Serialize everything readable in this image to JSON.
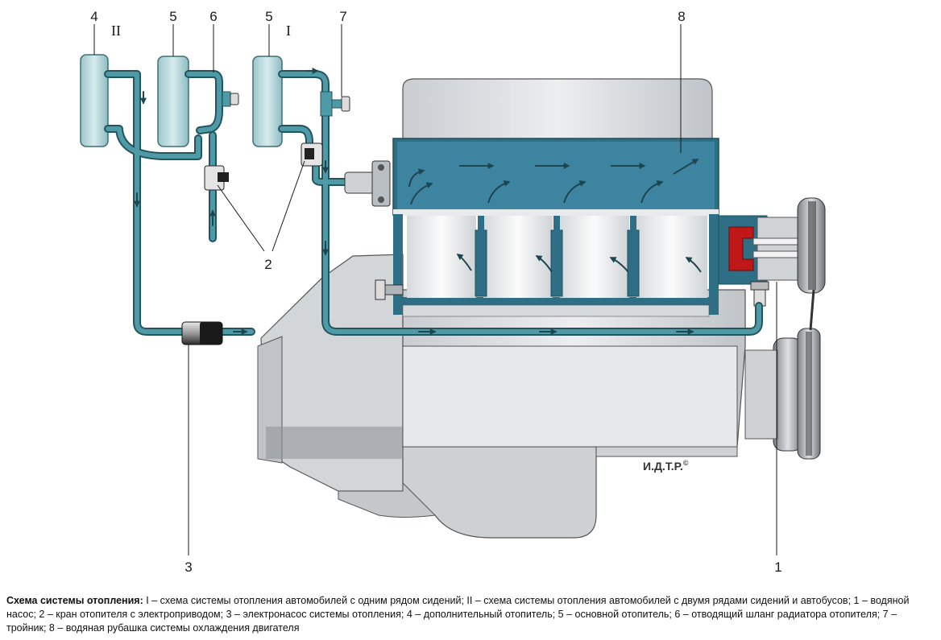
{
  "labels": {
    "n1": "1",
    "n2": "2",
    "n3": "3",
    "n4": "4",
    "n5a": "5",
    "n5b": "5",
    "n6": "6",
    "n7": "7",
    "n8": "8",
    "roman_ii": "II",
    "roman_i": "I"
  },
  "watermark": "И.Д.Т.Р.",
  "watermark_mark": "©",
  "caption": {
    "title": "Схема системы отопления:",
    "text": " I – схема системы отопления автомобилей с одним рядом сидений; II – схема системы отопления автомобилей с двумя рядами сидений и автобусов; 1 – водяной насос; 2 – кран отопителя с электроприводом; 3 – электронасос системы отопления; 4 – дополнительный отопитель; 5 – основной отопитель; 6 – отводящий шланг радиатора отопителя; 7 – тройник; 8 – водяная рубашка системы охлаждения двигателя"
  },
  "colors": {
    "coolant": "#3f7f8c",
    "jacket": "#2e6f86",
    "engine": "#d9dcdf",
    "heater": "#a9cfd3",
    "pump_red": "#c01818"
  }
}
